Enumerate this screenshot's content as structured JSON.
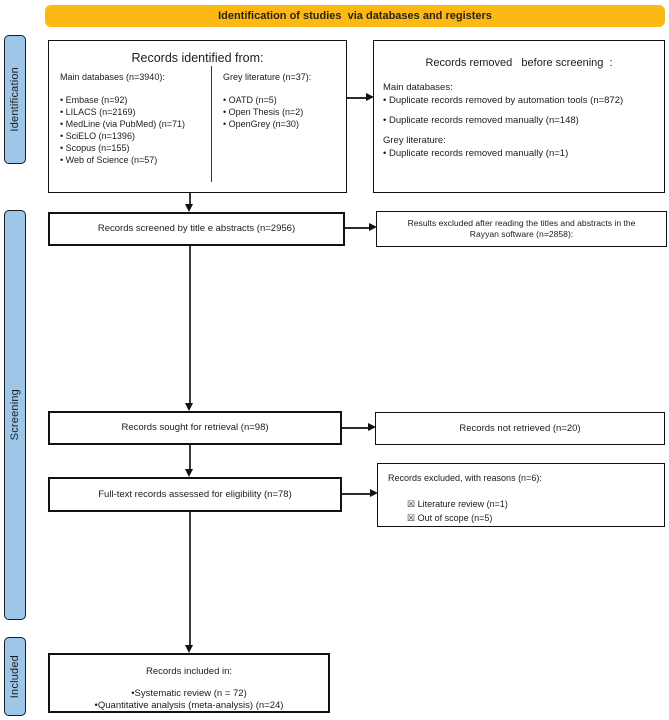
{
  "banner": {
    "title": "Identification of studies  via databases and registers"
  },
  "colors": {
    "banner_bg": "#FCB814",
    "sidebar_bg": "#9EC6E8",
    "border": "#111111"
  },
  "sidebar": {
    "identification": "Identification",
    "screening": "Screening",
    "included": "Included"
  },
  "identified_box": {
    "title": "Records identified from:",
    "left": {
      "heading": "Main databases (n=3940):",
      "items": [
        "• Embase (n=92)",
        "• LILACS (n=2169)",
        "• MedLine (via PubMed) (n=71)",
        "• SciELO (n=1396)",
        "• Scopus (n=155)",
        "• Web of Science (n=57)"
      ]
    },
    "right": {
      "heading": "Grey literature (n=37):",
      "items": [
        "• OATD (n=5)",
        "• Open Thesis (n=2)",
        "• OpenGrey (n=30)"
      ]
    }
  },
  "removed_box": {
    "title": "Records removed   before screening  :",
    "sections": [
      {
        "heading": "Main databases:",
        "items": [
          "• Duplicate records removed by automation tools (n=872)",
          "• Duplicate records removed manually (n=148)"
        ]
      },
      {
        "heading": "Grey literature:",
        "items": [
          "• Duplicate records removed manually (n=1)"
        ]
      }
    ]
  },
  "screened_box": {
    "label": "Records screened by title e abstracts (n=2956)"
  },
  "excluded_titles_box": {
    "label": "Results excluded after reading the titles and abstracts in the Rayyan software (n=2858):"
  },
  "sought_box": {
    "label": "Records sought for retrieval (n=98)"
  },
  "not_retrieved_box": {
    "label": "Records not retrieved (n=20)"
  },
  "fulltext_box": {
    "label": "Full-text records assessed for eligibility (n=78)"
  },
  "excluded_reasons_box": {
    "title": "Records excluded, with reasons (n=6):",
    "items": [
      "☒ Literature review (n=1)",
      "☒ Out of scope (n=5)"
    ]
  },
  "included_box": {
    "title": "Records included in:",
    "items": [
      "•Systematic review (n = 72)",
      "•Quantitative analysis (meta-analysis) (n=24)"
    ]
  }
}
